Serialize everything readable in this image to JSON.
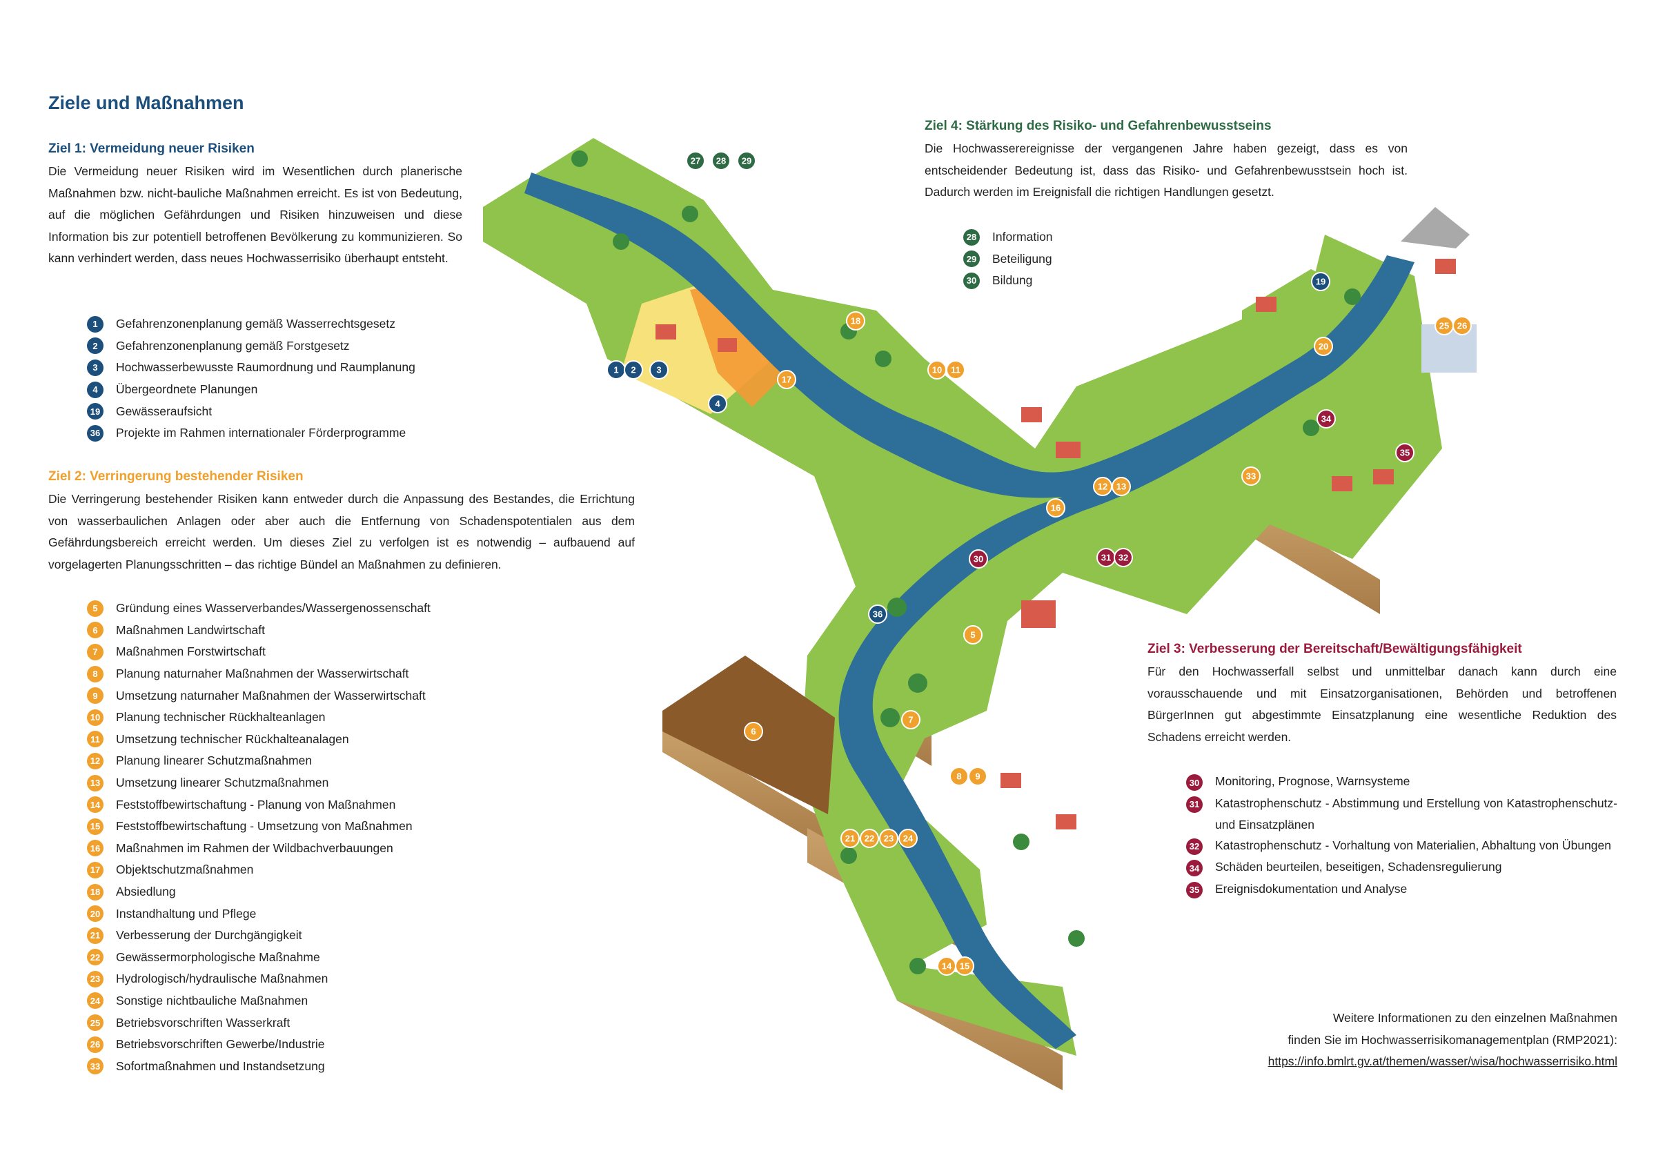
{
  "title": "Ziele und Maßnahmen",
  "colors": {
    "blue": "#1c4f7c",
    "orange": "#f0a02c",
    "red": "#9b1b3d",
    "green": "#2e6b45",
    "water": "#2d6f98",
    "grass": "#8fc34b"
  },
  "goal1": {
    "heading": "Ziel 1: Vermeidung neuer Risiken",
    "text": "Die Vermeidung neuer Risiken wird im Wesentlichen durch planerische Maßnahmen bzw. nicht-bauliche Maßnahmen erreicht. Es ist von Bedeutung, auf die möglichen Gefährdungen und Risiken hinzuweisen und diese Information bis zur potentiell betroffenen Bevölkerung zu kommunizieren. So kann verhindert werden, dass neues Hochwasserrisiko überhaupt entsteht.",
    "items": [
      {
        "num": "1",
        "label": "Gefahrenzonenplanung gemäß Wasserrechtsgesetz"
      },
      {
        "num": "2",
        "label": "Gefahrenzonenplanung gemäß Forstgesetz"
      },
      {
        "num": "3",
        "label": "Hochwasserbewusste Raumordnung und Raumplanung"
      },
      {
        "num": "4",
        "label": "Übergeordnete Planungen"
      },
      {
        "num": "19",
        "label": "Gewässeraufsicht"
      },
      {
        "num": "36",
        "label": "Projekte im Rahmen internationaler Förderprogramme"
      }
    ]
  },
  "goal2": {
    "heading": "Ziel 2: Verringerung bestehender Risiken",
    "text": "Die Verringerung bestehender Risiken kann entweder durch die Anpassung des Bestandes, die Errichtung von wasserbaulichen Anlagen oder aber auch die Entfernung von Schadenspotentialen aus dem Gefährdungsbereich erreicht werden. Um dieses Ziel zu verfolgen ist es notwendig – aufbauend auf vorgelagerten Planungsschritten – das richtige Bündel an Maßnahmen zu definieren.",
    "items": [
      {
        "num": "5",
        "label": "Gründung eines Wasserverbandes/Wassergenossenschaft"
      },
      {
        "num": "6",
        "label": "Maßnahmen Landwirtschaft"
      },
      {
        "num": "7",
        "label": "Maßnahmen Forstwirtschaft"
      },
      {
        "num": "8",
        "label": "Planung naturnaher Maßnahmen der Wasserwirtschaft"
      },
      {
        "num": "9",
        "label": "Umsetzung naturnaher Maßnahmen der Wasserwirtschaft"
      },
      {
        "num": "10",
        "label": "Planung technischer Rückhalteanlagen"
      },
      {
        "num": "11",
        "label": "Umsetzung technischer Rückhalteanalagen"
      },
      {
        "num": "12",
        "label": "Planung linearer Schutzmaßnahmen"
      },
      {
        "num": "13",
        "label": "Umsetzung linearer Schutzmaßnahmen"
      },
      {
        "num": "14",
        "label": "Feststoffbewirtschaftung - Planung von Maßnahmen"
      },
      {
        "num": "15",
        "label": "Feststoffbewirtschaftung - Umsetzung von Maßnahmen"
      },
      {
        "num": "16",
        "label": "Maßnahmen im Rahmen der Wildbachverbauungen"
      },
      {
        "num": "17",
        "label": "Objektschutzmaßnahmen"
      },
      {
        "num": "18",
        "label": "Absiedlung"
      },
      {
        "num": "20",
        "label": "Instandhaltung und Pflege"
      },
      {
        "num": "21",
        "label": "Verbesserung der Durchgängigkeit"
      },
      {
        "num": "22",
        "label": "Gewässermorphologische Maßnahme"
      },
      {
        "num": "23",
        "label": "Hydrologisch/hydraulische Maßnahmen"
      },
      {
        "num": "24",
        "label": "Sonstige nichtbauliche Maßnahmen"
      },
      {
        "num": "25",
        "label": "Betriebsvorschriften Wasserkraft"
      },
      {
        "num": "26",
        "label": "Betriebsvorschriften Gewerbe/Industrie"
      },
      {
        "num": "33",
        "label": "Sofortmaßnahmen und Instandsetzung"
      }
    ]
  },
  "goal4": {
    "heading": "Ziel 4: Stärkung des Risiko- und Gefahrenbewusstseins",
    "text": "Die Hochwasserereignisse der vergangenen Jahre haben gezeigt, dass es von entscheidender Bedeutung ist, dass das Risiko- und Gefahrenbewusstsein hoch ist. Dadurch werden im Ereignisfall die richtigen Handlungen gesetzt.",
    "items": [
      {
        "num": "28",
        "label": "Information"
      },
      {
        "num": "29",
        "label": "Beteiligung"
      },
      {
        "num": "30",
        "label": "Bildung"
      }
    ]
  },
  "goal3": {
    "heading": "Ziel 3: Verbesserung der Bereitschaft/Bewältigungsfähigkeit",
    "text": "Für den Hochwasserfall selbst und unmittelbar danach kann durch eine vorausschauende und mit Einsatzorganisationen, Behörden und betroffenen BürgerInnen gut abgestimmte Einsatzplanung eine wesentliche Reduktion des Schadens erreicht werden.",
    "items": [
      {
        "num": "30",
        "label": "Monitoring, Prognose, Warnsysteme"
      },
      {
        "num": "31",
        "label": "Katastrophenschutz - Abstimmung und Erstellung von Katastrophenschutz- und Einsatzplänen"
      },
      {
        "num": "32",
        "label": "Katastrophenschutz - Vorhaltung von Materialien, Abhaltung von Übungen"
      },
      {
        "num": "34",
        "label": "Schäden beurteilen, beseitigen, Schadensregulierung"
      },
      {
        "num": "35",
        "label": "Ereignisdokumentation und Analyse"
      }
    ]
  },
  "more_info": {
    "line1": "Weitere Informationen zu den einzelnen Maßnahmen",
    "line2": "finden Sie im Hochwasserrisikomanagementplan (RMP2021):",
    "link": "https://info.bmlrt.gv.at/themen/wasser/wisa/hochwasserrisiko.html"
  },
  "markers": [
    {
      "num": "27",
      "color": "green"
    },
    {
      "num": "28",
      "color": "green"
    },
    {
      "num": "29",
      "color": "green"
    },
    {
      "num": "1",
      "color": "blue"
    },
    {
      "num": "2",
      "color": "blue"
    },
    {
      "num": "3",
      "color": "blue"
    },
    {
      "num": "4",
      "color": "blue"
    },
    {
      "num": "17",
      "color": "orange"
    },
    {
      "num": "18",
      "color": "orange"
    },
    {
      "num": "10",
      "color": "orange"
    },
    {
      "num": "11",
      "color": "orange"
    },
    {
      "num": "19",
      "color": "blue"
    },
    {
      "num": "20",
      "color": "orange"
    },
    {
      "num": "25",
      "color": "orange"
    },
    {
      "num": "26",
      "color": "orange"
    },
    {
      "num": "34",
      "color": "red"
    },
    {
      "num": "35",
      "color": "red"
    },
    {
      "num": "33",
      "color": "orange"
    },
    {
      "num": "12",
      "color": "orange"
    },
    {
      "num": "13",
      "color": "orange"
    },
    {
      "num": "16",
      "color": "orange"
    },
    {
      "num": "30",
      "color": "red"
    },
    {
      "num": "31",
      "color": "red"
    },
    {
      "num": "32",
      "color": "red"
    },
    {
      "num": "36",
      "color": "blue"
    },
    {
      "num": "5",
      "color": "orange"
    },
    {
      "num": "6",
      "color": "orange"
    },
    {
      "num": "7",
      "color": "orange"
    },
    {
      "num": "8",
      "color": "orange"
    },
    {
      "num": "9",
      "color": "orange"
    },
    {
      "num": "21",
      "color": "orange"
    },
    {
      "num": "22",
      "color": "orange"
    },
    {
      "num": "23",
      "color": "orange"
    },
    {
      "num": "24",
      "color": "orange"
    },
    {
      "num": "14",
      "color": "orange"
    },
    {
      "num": "15",
      "color": "orange"
    }
  ]
}
